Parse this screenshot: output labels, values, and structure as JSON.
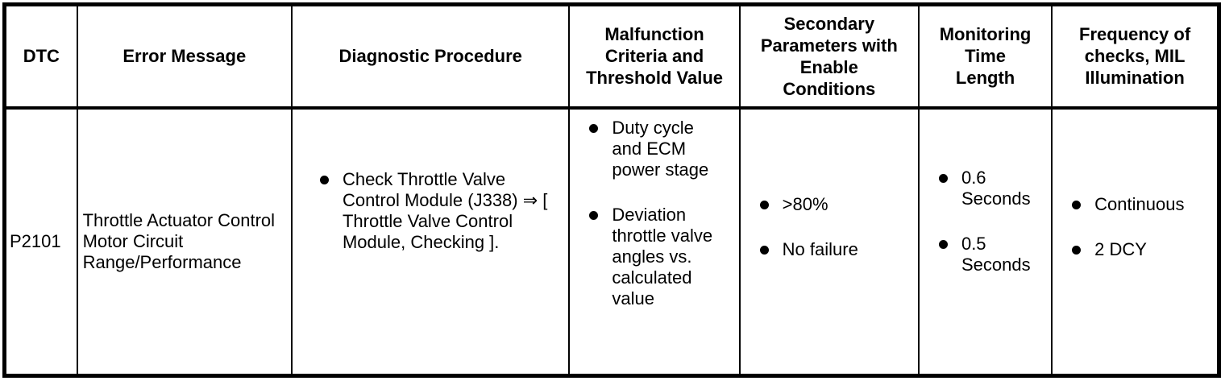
{
  "icons": {
    "bullet": "filled-circle"
  },
  "colors": {
    "border": "#000000",
    "text": "#000000",
    "background": "#ffffff"
  },
  "table": {
    "columns": [
      {
        "id": "dtc",
        "label": "DTC"
      },
      {
        "id": "error_message",
        "label": "Error Message"
      },
      {
        "id": "diagnostic_procedure",
        "label": "Diagnostic Procedure"
      },
      {
        "id": "malfunction_criteria",
        "label": "Malfunction\nCriteria and\nThreshold Value"
      },
      {
        "id": "secondary_parameters",
        "label": "Secondary\nParameters with\nEnable\nConditions"
      },
      {
        "id": "monitoring_time",
        "label": "Monitoring\nTime\nLength"
      },
      {
        "id": "frequency",
        "label": "Frequency of\nchecks, MIL\nIllumination"
      }
    ],
    "rows": [
      {
        "dtc": "P2101",
        "error_message": "Throttle Actuator Control Motor Circuit Range/Performance",
        "diagnostic_procedure": [
          "Check Throttle Valve Control Module (J338) ⇒ [ Throttle Valve Control Module, Checking ]."
        ],
        "malfunction_criteria": [
          "Duty cycle and ECM power stage",
          "Deviation throttle valve angles vs. calculated value"
        ],
        "secondary_parameters": [
          ">80%",
          "No failure"
        ],
        "monitoring_time": [
          "0.6 Seconds",
          "0.5 Seconds"
        ],
        "frequency": [
          "Continuous",
          "2 DCY"
        ]
      }
    ]
  }
}
